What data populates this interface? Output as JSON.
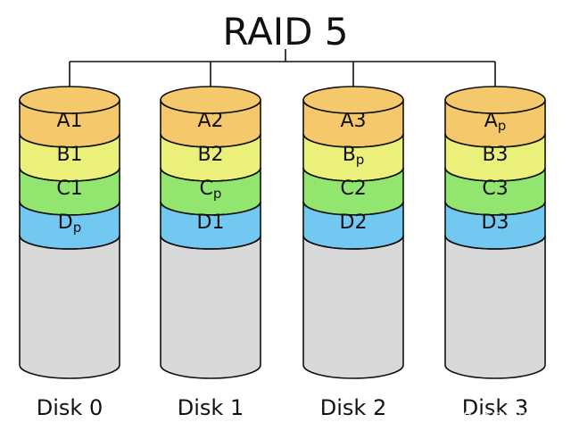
{
  "title": "RAID 5",
  "colors": {
    "line": "#111111",
    "text": "#111111",
    "disk_body": "#d9d9d9",
    "A": "#f5c96b",
    "B": "#ebf07a",
    "C": "#92e56e",
    "D": "#72c8f0",
    "watermark": "#ffffff"
  },
  "disks": [
    {
      "label": "Disk 0",
      "blocks": [
        {
          "main": "A",
          "sub": "1",
          "parity": false,
          "color_key": "A"
        },
        {
          "main": "B",
          "sub": "1",
          "parity": false,
          "color_key": "B"
        },
        {
          "main": "C",
          "sub": "1",
          "parity": false,
          "color_key": "C"
        },
        {
          "main": "D",
          "sub": "p",
          "parity": true,
          "color_key": "D"
        }
      ]
    },
    {
      "label": "Disk 1",
      "blocks": [
        {
          "main": "A",
          "sub": "2",
          "parity": false,
          "color_key": "A"
        },
        {
          "main": "B",
          "sub": "2",
          "parity": false,
          "color_key": "B"
        },
        {
          "main": "C",
          "sub": "p",
          "parity": true,
          "color_key": "C"
        },
        {
          "main": "D",
          "sub": "1",
          "parity": false,
          "color_key": "D"
        }
      ]
    },
    {
      "label": "Disk 2",
      "blocks": [
        {
          "main": "A",
          "sub": "3",
          "parity": false,
          "color_key": "A"
        },
        {
          "main": "B",
          "sub": "p",
          "parity": true,
          "color_key": "B"
        },
        {
          "main": "C",
          "sub": "2",
          "parity": false,
          "color_key": "C"
        },
        {
          "main": "D",
          "sub": "2",
          "parity": false,
          "color_key": "D"
        }
      ]
    },
    {
      "label": "Disk 3",
      "blocks": [
        {
          "main": "A",
          "sub": "p",
          "parity": true,
          "color_key": "A"
        },
        {
          "main": "B",
          "sub": "3",
          "parity": false,
          "color_key": "B"
        },
        {
          "main": "C",
          "sub": "3",
          "parity": false,
          "color_key": "C"
        },
        {
          "main": "D",
          "sub": "3",
          "parity": false,
          "color_key": "D"
        }
      ]
    }
  ],
  "watermark_text": "头条 @互联网钢哥"
}
